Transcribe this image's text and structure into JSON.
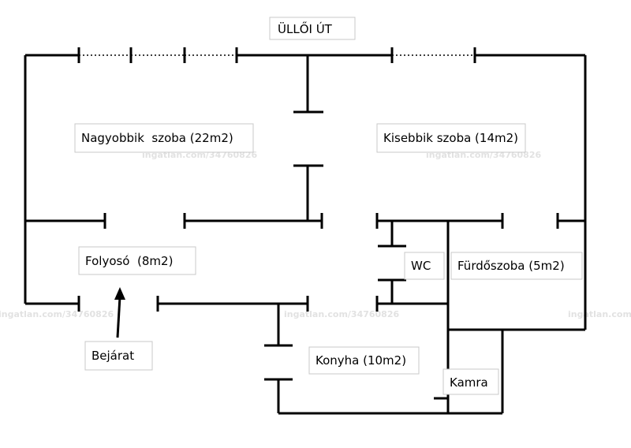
{
  "street_label": "ÜLLŐI ÚT",
  "rooms": {
    "large_room": "Nagyobbik  szoba (22m2)",
    "small_room": "Kisebbik szoba (14m2)",
    "hallway": "Folyosó  (8m2)",
    "wc": "WC",
    "bathroom": "Fürdőszoba (5m2)",
    "kitchen": "Konyha (10m2)",
    "pantry": "Kamra"
  },
  "entrance_label": "Bejárat",
  "watermark": "ingatlan.com/34760826"
}
